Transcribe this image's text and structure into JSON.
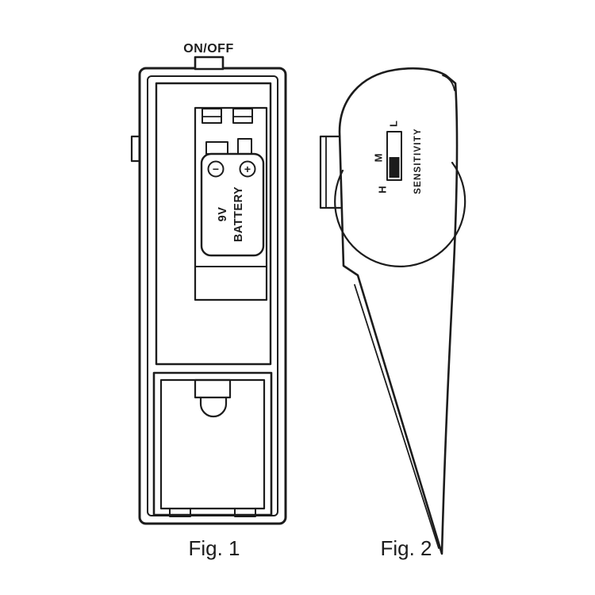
{
  "fig1": {
    "caption": "Fig. 1",
    "switch_label": "ON/OFF",
    "battery": {
      "line1": "9V",
      "line2": "BATTERY",
      "minus": "−",
      "plus": "+"
    }
  },
  "fig2": {
    "caption": "Fig. 2",
    "slider": {
      "label": "SENSITIVITY",
      "low": "L",
      "mid": "M",
      "high": "H"
    }
  },
  "colors": {
    "ink": "#1c1c1c",
    "paper": "#ffffff"
  }
}
